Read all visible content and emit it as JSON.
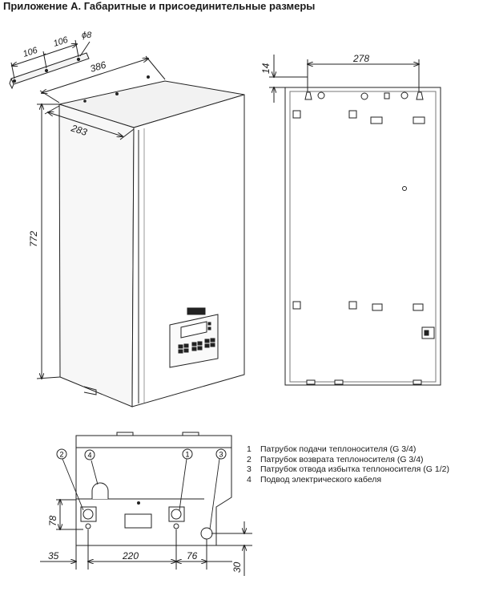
{
  "heading": "Приложение А. Габаритные и присоединительные размеры",
  "dimensions": {
    "bracket_left": "106",
    "bracket_right": "106",
    "hole_diameter": "ϕ8",
    "width": "386",
    "depth": "283",
    "height": "772",
    "rear_top_offset": "14",
    "rear_hole_spacing": "278",
    "bottom_height": "78",
    "bottom_left": "35",
    "bottom_spacing": "220",
    "bottom_drain": "76",
    "bottom_drain_vertical": "30"
  },
  "callouts": [
    "1",
    "2",
    "3",
    "4"
  ],
  "legend": [
    {
      "num": "1",
      "text": "Патрубок подачи теплоносителя (G 3/4)"
    },
    {
      "num": "2",
      "text": "Патрубок возврата теплоносителя (G 3/4)"
    },
    {
      "num": "3",
      "text": "Патрубок отвода избытка теплоносителя (G 1/2)"
    },
    {
      "num": "4",
      "text": "Подвод электрического кабеля"
    }
  ]
}
